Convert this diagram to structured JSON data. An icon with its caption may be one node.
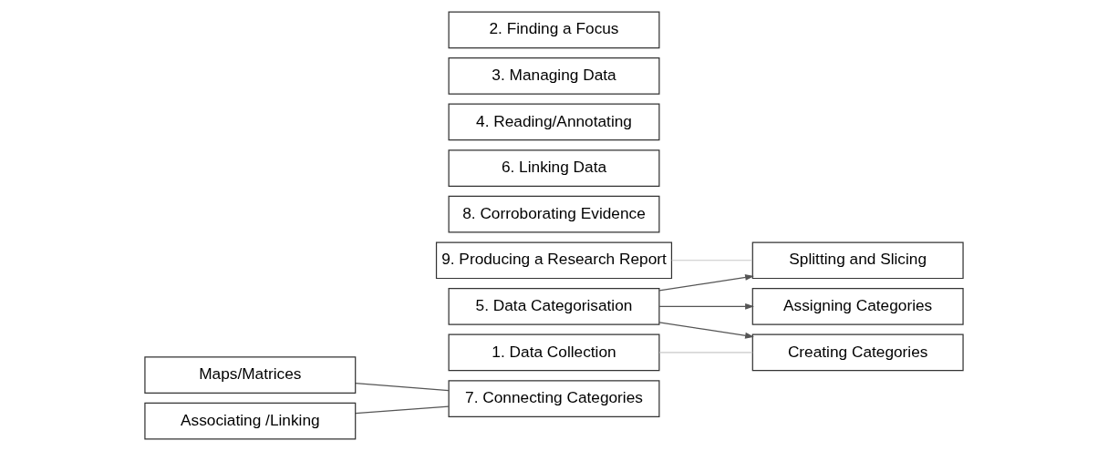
{
  "diagram": {
    "nodes": [
      {
        "text": [
          "Maps/Matrices"
        ]
      },
      {
        "text": [
          "Associating /Linking"
        ]
      },
      {
        "text": [
          "9. Producing a Research Report"
        ]
      },
      {
        "text": [
          "8. Corroborating Evidence"
        ]
      },
      {
        "text": [
          "7. Connecting Categories"
        ]
      },
      {
        "text": [
          "6. Linking Data"
        ]
      },
      {
        "text": [
          "5. Data Categorisation"
        ]
      },
      {
        "text": [
          "4. Reading/Annotating"
        ]
      },
      {
        "text": [
          "3. Managing Data"
        ]
      },
      {
        "text": [
          "2. Finding a Focus"
        ]
      },
      {
        "text": [
          "1. Data Collection"
        ]
      },
      {
        "text": [
          "Splitting and Slicing"
        ]
      },
      {
        "text": [
          "Assigning Categories"
        ]
      },
      {
        "text": [
          "Creating Categories"
        ]
      }
    ],
    "edges": [
      {
        "from": 0,
        "to": 4,
        "arrow": "none"
      },
      {
        "from": 1,
        "to": 4,
        "arrow": "none"
      },
      {
        "from": 6,
        "to": 11,
        "arrow": "to"
      },
      {
        "from": 6,
        "to": 12,
        "arrow": "to"
      },
      {
        "from": 6,
        "to": 13,
        "arrow": "to"
      },
      {
        "from": 2,
        "to": 11,
        "arrow": "none",
        "color": "#c8c8c8"
      },
      {
        "from": 10,
        "to": 13,
        "arrow": "none",
        "color": "#c8c8c8"
      }
    ]
  }
}
